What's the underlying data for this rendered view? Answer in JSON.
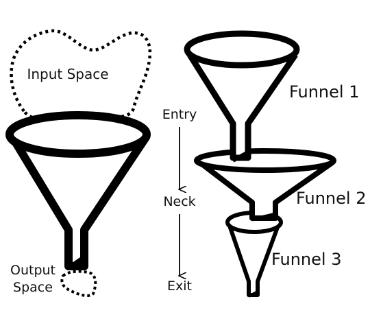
{
  "labels": {
    "input_space": "Input Space",
    "output_space_line1": "Output",
    "output_space_line2": "Space",
    "entry": "Entry",
    "neck": "Neck",
    "exit": "Exit",
    "funnel_1": "Funnel 1",
    "funnel_2": "Funnel 2",
    "funnel_3": "Funnel 3"
  },
  "colors": {
    "ink": "#000000",
    "background": "#ffffff"
  }
}
